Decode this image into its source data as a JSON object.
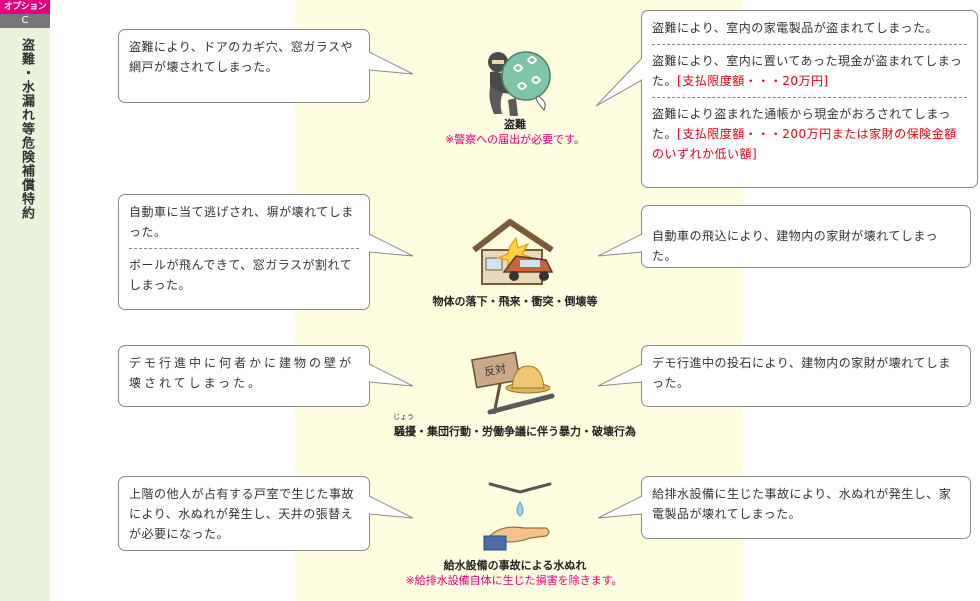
{
  "sidebar": {
    "option_label": "オプション",
    "option_letter": "C",
    "title": "盗難・水漏れ等危険補償特約"
  },
  "sections": {
    "theft": {
      "left": "盗難により、ドアのカギ穴、窓ガラスや網戸が壊されてしまった。",
      "caption": "盗難",
      "note": "※警察への届出が必要です。",
      "right_1": "盗難により、室内の家電製品が盗まれてしまった。",
      "right_2": "盗難により、室内に置いてあった現金が盗まれてしまった。",
      "right_2_limit": "[支払限度額・・・20万円]",
      "right_3": "盗難により盗まれた通帳から現金がおろされてしまった。",
      "right_3_limit": "[支払限度額・・・200万円または家財の保険金額のいずれか低い額]"
    },
    "impact": {
      "left_1": "自動車に当て逃げされ、塀が壊れてしまった。",
      "left_2": "ボールが飛んできて、窓ガラスが割れてしまった。",
      "caption": "物体の落下・飛来・衝突・倒壊等",
      "right": "自動車の飛込により、建物内の家財が壊れてしまった。"
    },
    "riot": {
      "left": "デモ行進中に何者かに建物の壁が壊されてしまった。",
      "sign": "反対",
      "ruby": "じょう",
      "caption": "騒擾・集団行動・労働争議に伴う暴力・破壊行為",
      "right": "デモ行進中の投石により、建物内の家財が壊れてしまった。"
    },
    "water": {
      "left": "上階の他人が占有する戸室で生じた事故により、水ぬれが発生し、天井の張替えが必要になった。",
      "caption": "給水設備の事故による水ぬれ",
      "note": "※給排水設備自体に生じた損害を除きます。",
      "right": "給排水設備に生じた事故により、水ぬれが発生し、家電製品が壊れてしまった。"
    }
  },
  "icons": [
    "thief-icon",
    "house-car-crash-icon",
    "protest-icon",
    "water-drip-hand-icon"
  ],
  "colors": {
    "accent": "#e3007f",
    "limit_red": "#e60012",
    "sidebar_bg": "#eaf3dc",
    "band_bg": "#fffde0"
  }
}
